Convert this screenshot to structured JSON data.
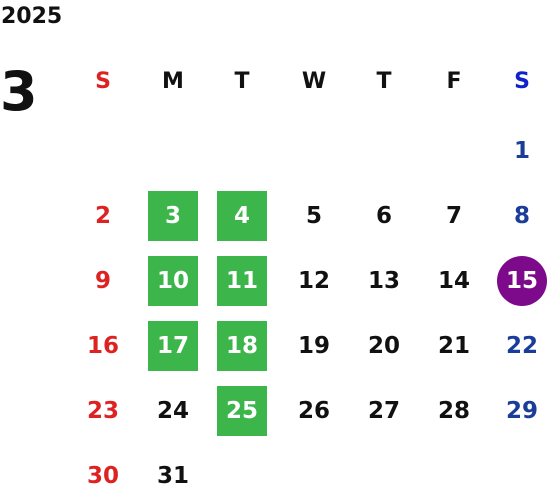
{
  "year": "2025",
  "month": "3",
  "colors": {
    "text": "#111111",
    "sunday": "#dd2222",
    "saturday": "#1a3d99",
    "saturday_header": "#1122cc",
    "highlight_bg": "#3cb54a",
    "highlight_text": "#ffffff",
    "today_bg": "#7d0a8a"
  },
  "weekdays": [
    {
      "label": "S",
      "kind": "sun"
    },
    {
      "label": "M",
      "kind": "week"
    },
    {
      "label": "T",
      "kind": "week"
    },
    {
      "label": "W",
      "kind": "week"
    },
    {
      "label": "T",
      "kind": "week"
    },
    {
      "label": "F",
      "kind": "week"
    },
    {
      "label": "S",
      "kind": "sat"
    }
  ],
  "weeks": [
    [
      null,
      null,
      null,
      null,
      null,
      null,
      {
        "d": "1"
      }
    ],
    [
      {
        "d": "2"
      },
      {
        "d": "3",
        "highlight": true
      },
      {
        "d": "4",
        "highlight": true
      },
      {
        "d": "5"
      },
      {
        "d": "6"
      },
      {
        "d": "7"
      },
      {
        "d": "8"
      }
    ],
    [
      {
        "d": "9"
      },
      {
        "d": "10",
        "highlight": true
      },
      {
        "d": "11",
        "highlight": true
      },
      {
        "d": "12"
      },
      {
        "d": "13"
      },
      {
        "d": "14"
      },
      {
        "d": "15",
        "today": true
      }
    ],
    [
      {
        "d": "16"
      },
      {
        "d": "17",
        "highlight": true
      },
      {
        "d": "18",
        "highlight": true
      },
      {
        "d": "19"
      },
      {
        "d": "20"
      },
      {
        "d": "21"
      },
      {
        "d": "22"
      }
    ],
    [
      {
        "d": "23"
      },
      {
        "d": "24"
      },
      {
        "d": "25",
        "highlight": true
      },
      {
        "d": "26"
      },
      {
        "d": "27"
      },
      {
        "d": "28"
      },
      {
        "d": "29"
      }
    ],
    [
      {
        "d": "30"
      },
      {
        "d": "31"
      },
      null,
      null,
      null,
      null,
      null
    ]
  ]
}
